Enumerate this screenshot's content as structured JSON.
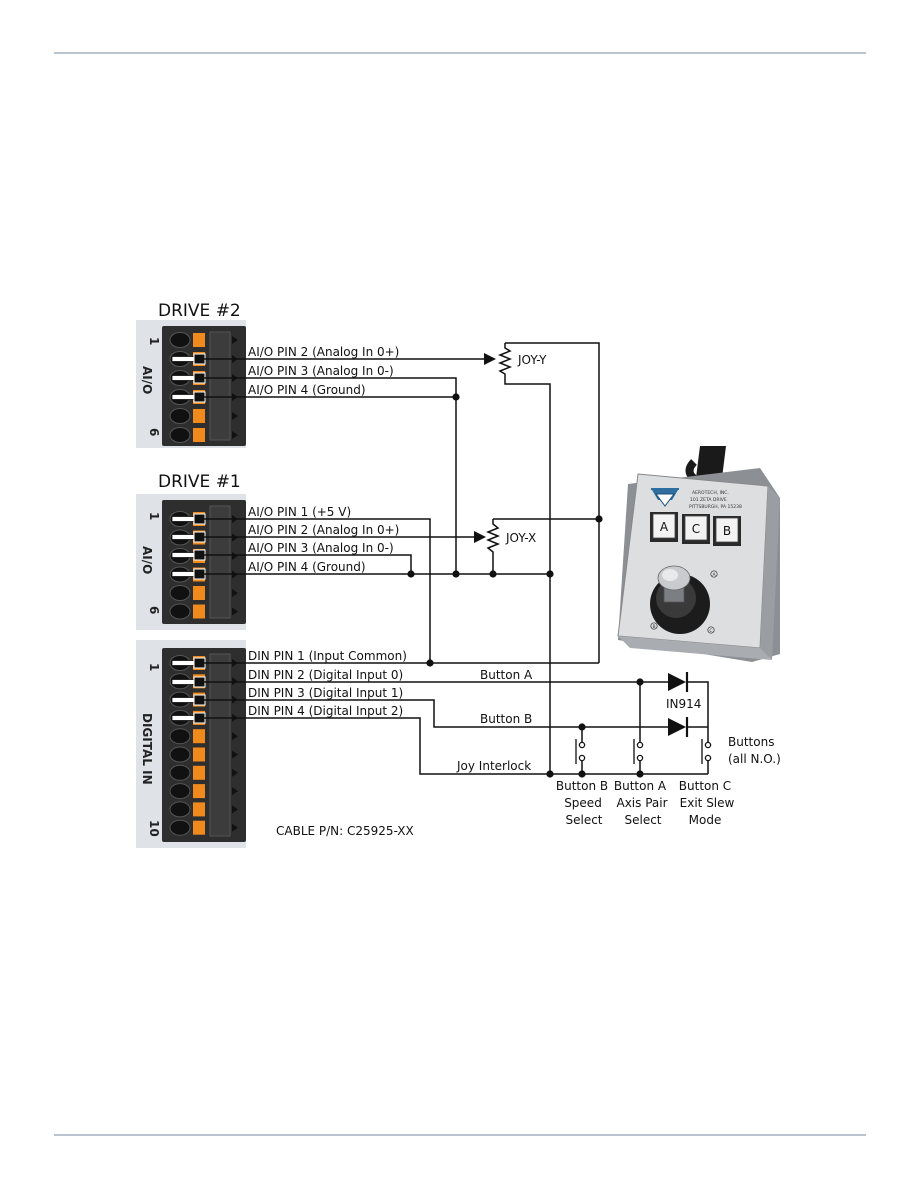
{
  "drive2": {
    "title": "DRIVE #2",
    "aio_label": "AI/O",
    "pin_first": "1",
    "pin_last": "6",
    "pins": [
      "AI/O PIN 2 (Analog In 0+)",
      "AI/O PIN 3 (Analog In 0-)",
      "AI/O PIN 4 (Ground)"
    ]
  },
  "drive1": {
    "title": "DRIVE #1",
    "aio_label": "AI/O",
    "aio_first": "1",
    "aio_last": "6",
    "aio_pins": [
      "AI/O PIN 1 (+5 V)",
      "AI/O PIN 2 (Analog In 0+)",
      "AI/O PIN 3 (Analog In 0-)",
      "AI/O PIN 4 (Ground)"
    ],
    "din_label": "DIGITAL IN",
    "din_first": "1",
    "din_last": "10",
    "din_pins": [
      "DIN PIN 1 (Input Common)",
      "DIN PIN 2 (Digital Input 0)",
      "DIN PIN 3 (Digital Input 1)",
      "DIN PIN 4 (Digital Input 2)"
    ]
  },
  "pots": {
    "joy_y": "JOY-Y",
    "joy_x": "JOY-X"
  },
  "signals": {
    "button_a": "Button A",
    "button_b": "Button B",
    "joy_interlock": "Joy Interlock"
  },
  "diode": "IN914",
  "buttons_note": [
    "Buttons",
    "(all N.O.)"
  ],
  "switch_labels": [
    [
      "Button B",
      "Speed",
      "Select"
    ],
    [
      "Button A",
      "Axis Pair",
      "Select"
    ],
    [
      "Button C",
      "Exit Slew",
      "Mode"
    ]
  ],
  "cable": "CABLE P/N: C25925-XX",
  "joystick": {
    "keys": [
      "A",
      "C",
      "B"
    ],
    "plate": [
      "AEROTECH, INC.",
      "101 ZETA DRIVE",
      "PITTSBURGH, PA 15238"
    ],
    "marks": [
      "A",
      "B",
      "C"
    ]
  }
}
